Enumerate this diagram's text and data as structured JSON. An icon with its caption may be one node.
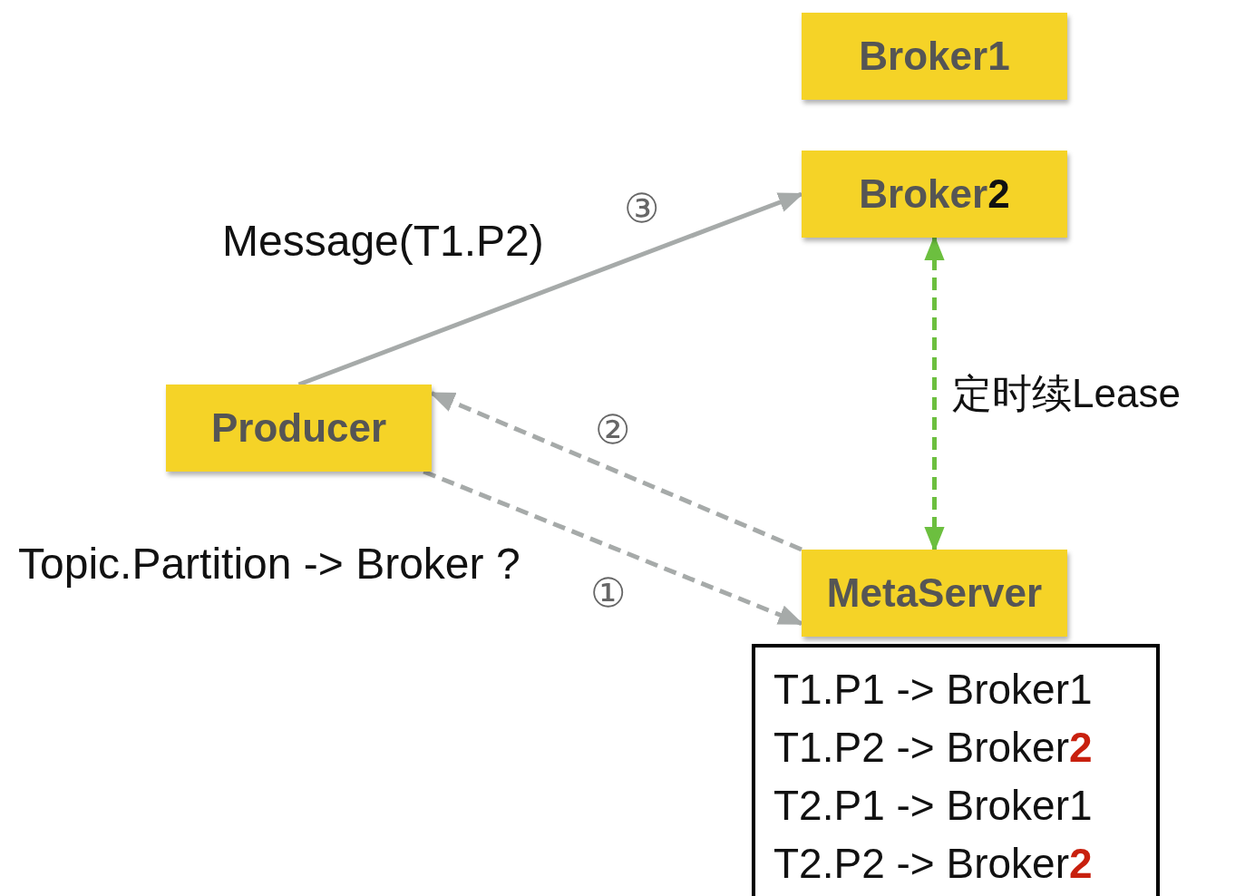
{
  "diagram": {
    "nodes": [
      {
        "text": [
          "Broker1"
        ]
      },
      {
        "text": [
          "Broker**2**"
        ]
      },
      {
        "text": [
          "Producer"
        ]
      },
      {
        "text": [
          "MetaServer"
        ]
      },
      {
        "text": [
          "T1.P1 -> Broker1",
          "T1.P2 -> Broker**2**",
          "T2.P1 -> Broker1",
          "T2.P2 -> Broker**2**"
        ]
      }
    ],
    "edges": [
      {
        "from": 2,
        "to": 1,
        "arrow": "to",
        "label": "③"
      },
      {
        "from": 3,
        "to": 2,
        "arrow": "to",
        "label": "②",
        "style": "dashed"
      },
      {
        "from": 2,
        "to": 3,
        "arrow": "to",
        "label": "①",
        "style": "dashed"
      },
      {
        "from": 1,
        "to": 3,
        "arrow": "both",
        "label": "定时续Lease",
        "style": "dashed",
        "color": "#6cbf3f"
      }
    ],
    "labels": [
      "Message(T1.P2)",
      "Topic.Partition -> Broker ?"
    ]
  }
}
